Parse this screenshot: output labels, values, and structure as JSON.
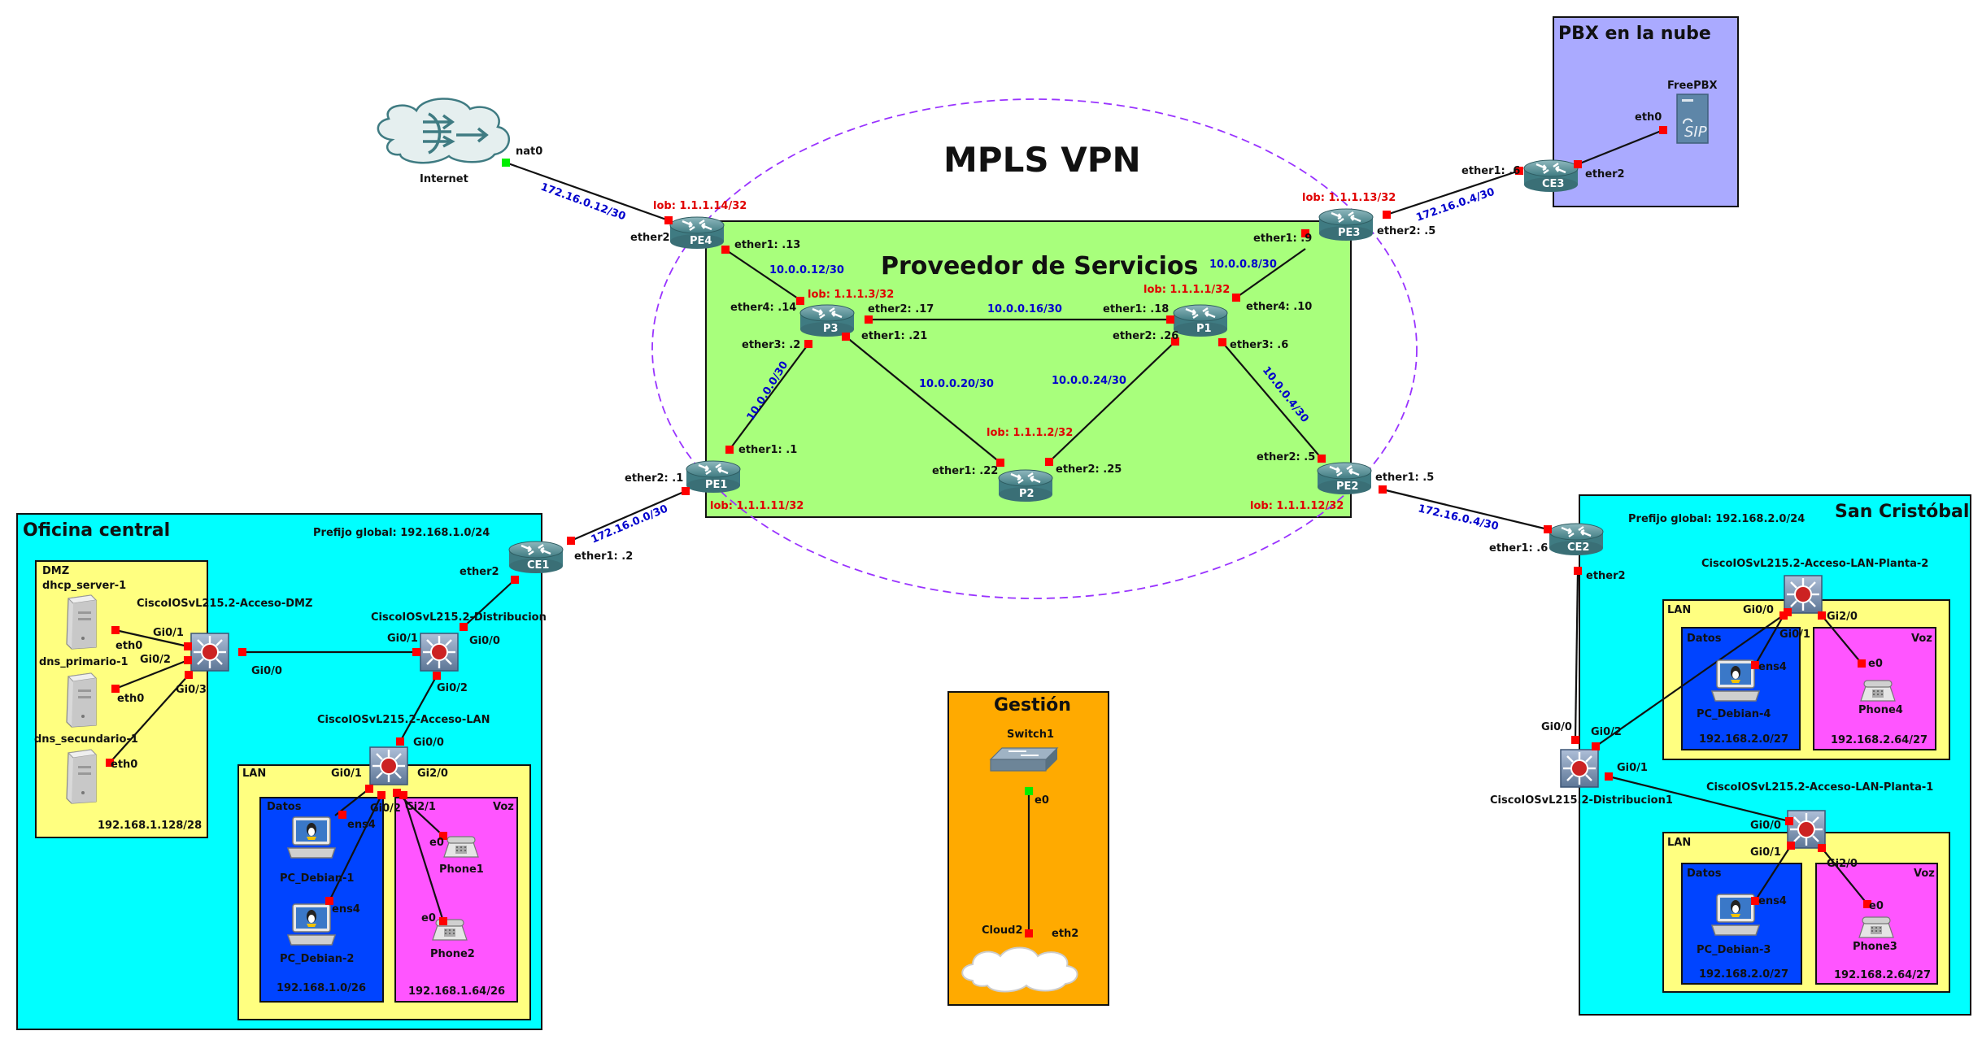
{
  "diagram": {
    "titles": {
      "mpls": "MPLS VPN",
      "provider": "Proveedor de Servicios"
    },
    "areas": {
      "pbx": "PBX en la nube",
      "oficina": "Oficina central",
      "oficina_prefijo": "Prefijo global: 192.168.1.0/24",
      "dmz": "DMZ",
      "dmz_net": "192.168.1.128/28",
      "lan1": "LAN",
      "datos1": "Datos",
      "datos1_net": "192.168.1.0/26",
      "voz1": "Voz",
      "voz1_net": "192.168.1.64/26",
      "gestion": "Gestión",
      "sancristobal": "San Cristóbal",
      "sc_prefijo": "Prefijo global: 192.168.2.0/24",
      "lan2": "LAN",
      "datos2": "Datos",
      "datos2_net": "192.168.2.0/27",
      "voz2": "Voz",
      "voz2_net": "192.168.2.64/27",
      "lan3": "LAN",
      "datos3": "Datos",
      "datos3_net": "192.168.2.0/27",
      "voz3": "Voz",
      "voz3_net": "192.168.2.64/27"
    },
    "devices": {
      "internet": "Internet",
      "pe4": "PE4",
      "pe3": "PE3",
      "pe1": "PE1",
      "pe2": "PE2",
      "p3": "P3",
      "p1": "P1",
      "p2": "P2",
      "ce1": "CE1",
      "ce2": "CE2",
      "ce3": "CE3",
      "freepbx": "FreePBX",
      "dmz_switch": "CiscoIOSvL215.2-Acceso-DMZ",
      "dist_switch": "CiscoIOSvL215.2-Distribucion",
      "lan_switch": "CiscoIOSvL215.2-Acceso-LAN",
      "dhcp": "dhcp_server-1",
      "dns1": "dns_primario-1",
      "dns2": "dns_secundario-1",
      "pc1": "PC_Debian-1",
      "pc2": "PC_Debian-2",
      "phone1": "Phone1",
      "phone2": "Phone2",
      "switch1": "Switch1",
      "cloud2": "Cloud2",
      "sc_lan2_switch": "CiscoIOSvL215.2-Acceso-LAN-Planta-2",
      "sc_lan1_switch": "CiscoIOSvL215.2-Acceso-LAN-Planta-1",
      "sc_dist": "CiscoIOSvL215.2-Distribucion1",
      "pc4": "PC_Debian-4",
      "pc3": "PC_Debian-3",
      "phone4": "Phone4",
      "phone3": "Phone3"
    },
    "loopbacks": {
      "pe4": "lob: 1.1.1.14/32",
      "pe3": "lob: 1.1.1.13/32",
      "p3": "lob: 1.1.1.3/32",
      "p1": "lob: 1.1.1.1/32",
      "p2": "lob: 1.1.1.2/32",
      "pe1": "lob: 1.1.1.11/32",
      "pe2": "lob: 1.1.1.12/32"
    },
    "subnets": {
      "pe4_p3": "10.0.0.12/30",
      "p3_p1": "10.0.0.16/30",
      "pe3_p1": "10.0.0.8/30",
      "p3_pe1": "10.0.0.0/30",
      "p3_p2": "10.0.0.20/30",
      "p2_p1": "10.0.0.24/30",
      "p1_pe2": "10.0.0.4/30",
      "internet_pe4": "172.16.0.12/30",
      "pe3_ce3": "172.16.0.4/30",
      "pe1_ce1": "172.16.0.0/30",
      "pe2_ce2": "172.16.0.4/30"
    },
    "ports": {
      "nat0": "nat0",
      "pe4_e2": "ether2",
      "pe4_e1": "ether1: .13",
      "p3_e4": "ether4: .14",
      "p3_e2": "ether2: .17",
      "p3_e1": "ether1: .21",
      "p3_e3": "ether3: .2",
      "p1_e1": "ether1: .18",
      "p1_e4": "ether4: .10",
      "p1_e2": "ether2: .26",
      "p1_e3": "ether3: .6",
      "pe3_e1": "ether1: .9",
      "pe3_e2": "ether2: .5",
      "ce3_e1": "ether1: .6",
      "ce3_e2": "ether2",
      "fpbx_eth0": "eth0",
      "pe1_e1": "ether1: .1",
      "pe1_e2": "ether2: .1",
      "p2_e1": "ether1: .22",
      "p2_e2": "ether2: .25",
      "pe2_e2": "ether2: .5",
      "pe2_e1": "ether1: .5",
      "ce1_e1": "ether1: .2",
      "ce1_e2": "ether2",
      "ce2_e1": "ether1: .6",
      "ce2_e2": "ether2",
      "dmz_g01": "Gi0/1",
      "dmz_g02": "Gi0/2",
      "dmz_g03": "Gi0/3",
      "dmz_g00": "Gi0/0",
      "dhcp_eth0": "eth0",
      "dns1_eth0": "eth0",
      "dns2_eth0": "eth0",
      "dist_g01": "Gi0/1",
      "dist_g00": "Gi0/0",
      "dist_g02": "Gi0/2",
      "lan_g00": "Gi0/0",
      "lan_g01": "Gi0/1",
      "lan_g02": "Gi0/2",
      "lan_g20": "Gi2/0",
      "lan_g21": "Gi2/1",
      "pc1_ens4": "ens4",
      "pc2_ens4": "ens4",
      "ph1_e0": "e0",
      "ph2_e0": "e0",
      "sw1_e0": "e0",
      "cloud2_eth2": "eth2",
      "scd_g00": "Gi0/0",
      "scd_g02": "Gi0/2",
      "scd_g01": "Gi0/1",
      "p2sw_g00": "Gi0/0",
      "p2sw_g01": "Gi0/1",
      "p2sw_g20": "Gi2/0",
      "pc4_ens4": "ens4",
      "ph4_e0": "e0",
      "p1sw_g00": "Gi0/0",
      "p1sw_g01": "Gi0/1",
      "p1sw_g20": "Gi2/0",
      "pc3_ens4": "ens4",
      "ph3_e0": "e0"
    },
    "colors": {
      "provider_bg": "#a8ff7c",
      "site_bg": "#00ffff",
      "inner_yellow": "#ffff80",
      "datos_blue": "#0044ff",
      "voz_pink": "#ff55ff",
      "gestion_orange": "#ffaa00",
      "pbx_purple": "#aaaaff",
      "mpls_ellipse": "#9933ff",
      "port_red": "#ff0000",
      "port_green": "#00ee00"
    }
  }
}
